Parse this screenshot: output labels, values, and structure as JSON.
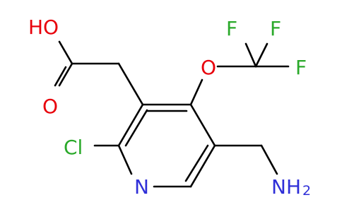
{
  "molecule": {
    "labels": {
      "hydroxyl": "HO",
      "carbonyl_oxygen": "O",
      "ether_oxygen": "O",
      "fluorine_1": "F",
      "fluorine_2": "F",
      "fluorine_3": "F",
      "chlorine": "Cl",
      "ring_nitrogen": "N",
      "amine": "NH",
      "amine_subscript": "2"
    },
    "colors": {
      "oxygen": "#e8000b",
      "nitrogen": "#2f2fd8",
      "fluorine": "#2aa92a",
      "chlorine": "#2aa92a",
      "carbon_bond": "#000000"
    }
  }
}
